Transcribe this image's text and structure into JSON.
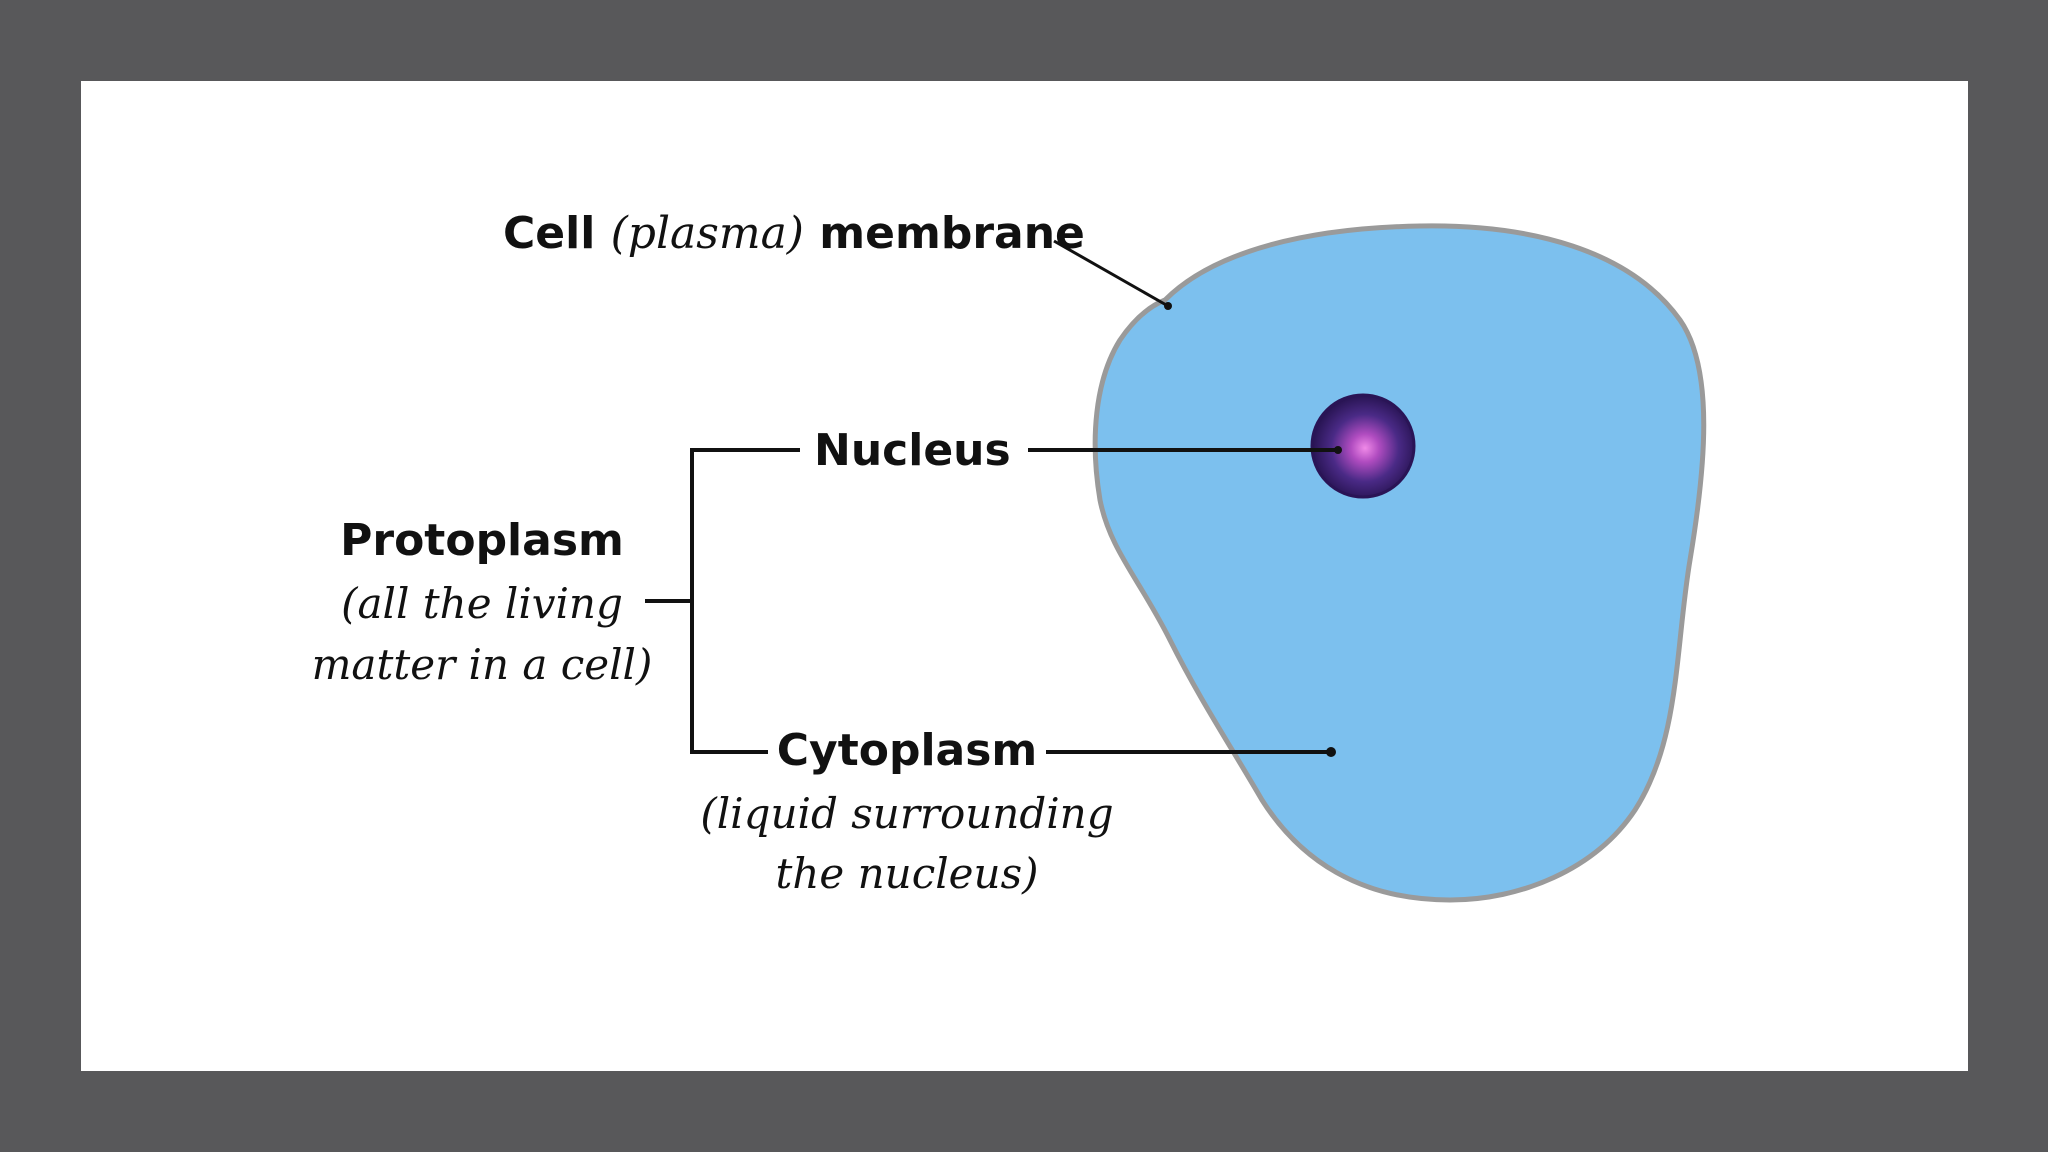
{
  "diagram": {
    "colors": {
      "frame": "#58585a",
      "panel": "#ffffff",
      "cytoplasm_fill": "#7cc0ee",
      "membrane_stroke": "#9a9a9a",
      "nucleus": "#3a1f6e",
      "nucleus_highlight": "#d26ad0",
      "ink": "#111111"
    },
    "membrane_label": {
      "part1": "Cell ",
      "part2": "(plasma)",
      "part3": " membrane"
    },
    "nucleus_label": "Nucleus",
    "protoplasm_label": {
      "title": "Protoplasm",
      "line1": "(all the living",
      "line2": "matter in a cell)"
    },
    "cytoplasm_label": {
      "title": "Cytoplasm",
      "line1": "(liquid surrounding",
      "line2": "the nucleus)"
    }
  }
}
